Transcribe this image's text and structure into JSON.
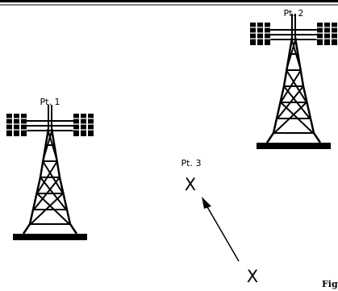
{
  "labels": {
    "tower_left": "Pt. 1",
    "tower_right": "Pt. 2",
    "point3": "Pt. 3"
  },
  "marks": {
    "point3_mark": "X",
    "start_mark": "X"
  },
  "caption": "Fig"
}
